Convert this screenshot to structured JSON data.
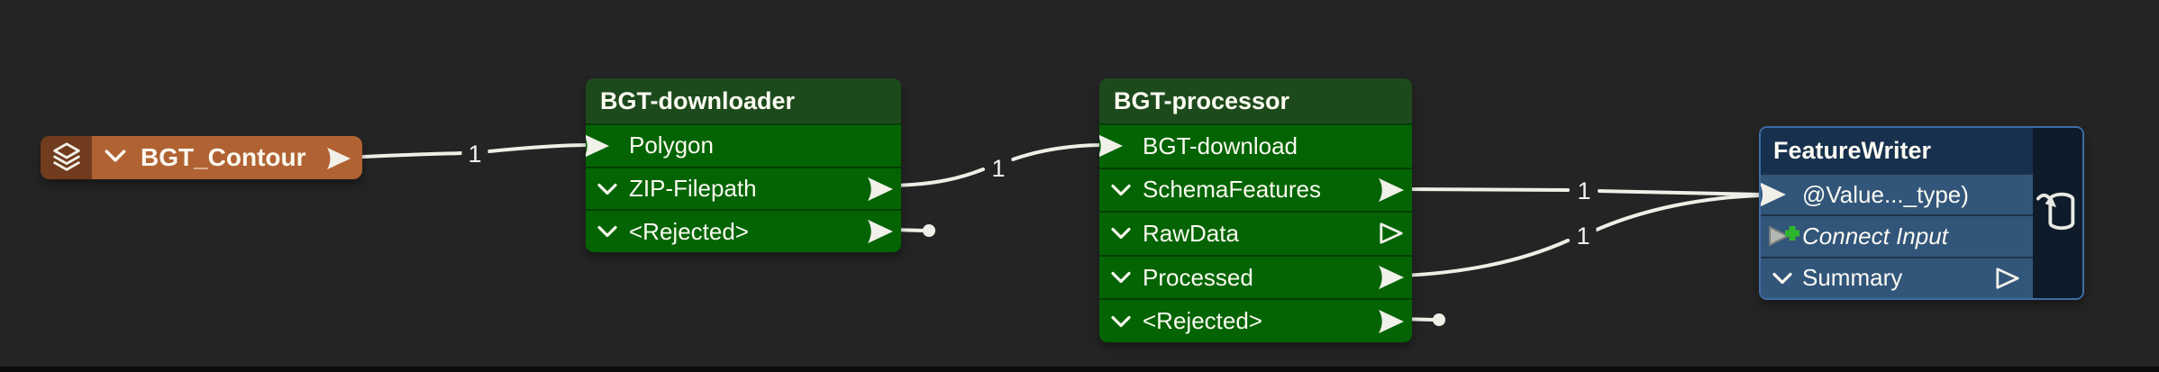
{
  "app": {
    "name": "workflow-canvas",
    "theme": "dark"
  },
  "colors": {
    "canvas_background": "#242424",
    "wire": "#efeee7",
    "transformer_header_green": "#1d4a1c",
    "transformer_row_green": "#046404",
    "reader_orange": "#b16233",
    "reader_icon_brown": "#713c1e",
    "writer_header_blue": "#17304d",
    "writer_row_blue": "#32557a",
    "writer_strip_navy": "#0e1b2a",
    "writer_border_blue": "#3f6da6",
    "connect_plus_green": "#2eb52e"
  },
  "connections": [
    {
      "id": "contour-to-downloader-polygon",
      "label": "1"
    },
    {
      "id": "zipfilepath-to-processor-bgtdownload",
      "label": "1"
    },
    {
      "id": "schemafeatures-to-writer-input",
      "label": "1"
    },
    {
      "id": "processed-to-writer-input",
      "label": "1"
    }
  ],
  "nodes": {
    "bgt_contour": {
      "title": "BGT_Contour",
      "kind": "reader-feature-type",
      "icons": [
        "layers-icon",
        "chevron-down-icon",
        "output-port-arrow"
      ]
    },
    "bgt_downloader": {
      "title": "BGT-downloader",
      "kind": "transformer",
      "ports": [
        {
          "label": "Polygon",
          "direction": "input",
          "state": "connected"
        },
        {
          "label": "ZIP-Filepath",
          "direction": "output",
          "state": "connected"
        },
        {
          "label": "<Rejected>",
          "direction": "output",
          "state": "unconnected-terminated"
        }
      ]
    },
    "bgt_processor": {
      "title": "BGT-processor",
      "kind": "transformer",
      "ports": [
        {
          "label": "BGT-download",
          "direction": "input",
          "state": "connected"
        },
        {
          "label": "SchemaFeatures",
          "direction": "output",
          "state": "connected"
        },
        {
          "label": "RawData",
          "direction": "output",
          "state": "unconnected"
        },
        {
          "label": "Processed",
          "direction": "output",
          "state": "connected"
        },
        {
          "label": "<Rejected>",
          "direction": "output",
          "state": "unconnected-terminated"
        }
      ]
    },
    "feature_writer": {
      "title": "FeatureWriter",
      "kind": "writer",
      "ports": [
        {
          "label": "@Value..._type)",
          "direction": "input",
          "state": "connected"
        },
        {
          "label": "Connect Input",
          "direction": "input",
          "state": "add-new"
        },
        {
          "label": "Summary",
          "direction": "output",
          "state": "unconnected"
        }
      ]
    }
  }
}
